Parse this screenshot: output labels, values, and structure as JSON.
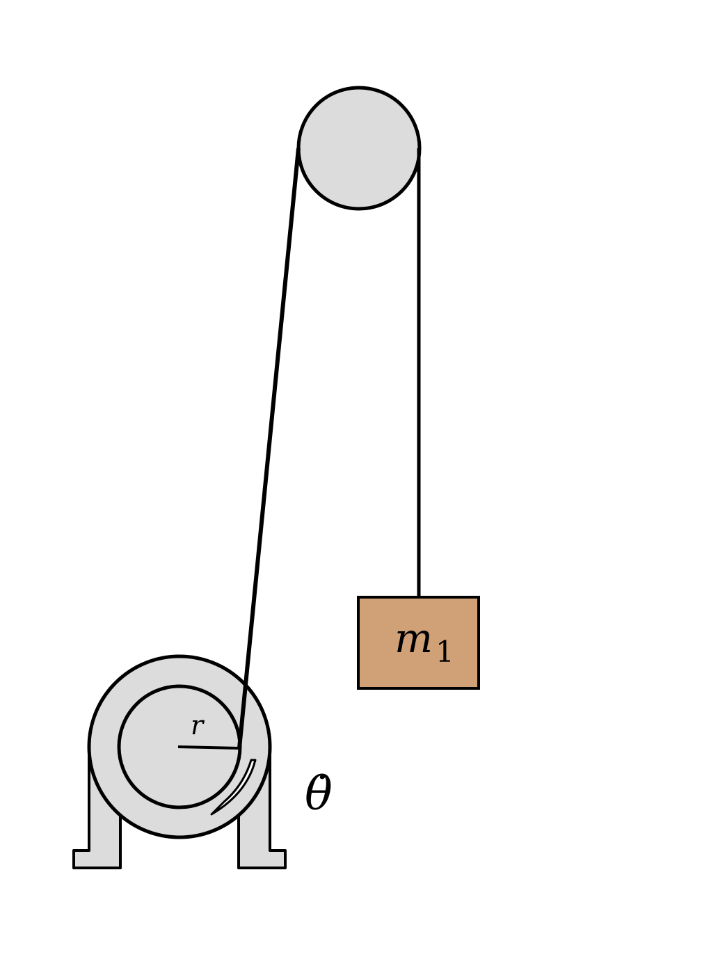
{
  "labels": {
    "mass": "m",
    "mass_subscript": "1",
    "radius": "r",
    "angular_velocity": "θ̇"
  },
  "colors": {
    "pulley_fill": "#dcdcdc",
    "mass_fill": "#d0a077",
    "stroke": "#000000",
    "background": "#ffffff"
  }
}
